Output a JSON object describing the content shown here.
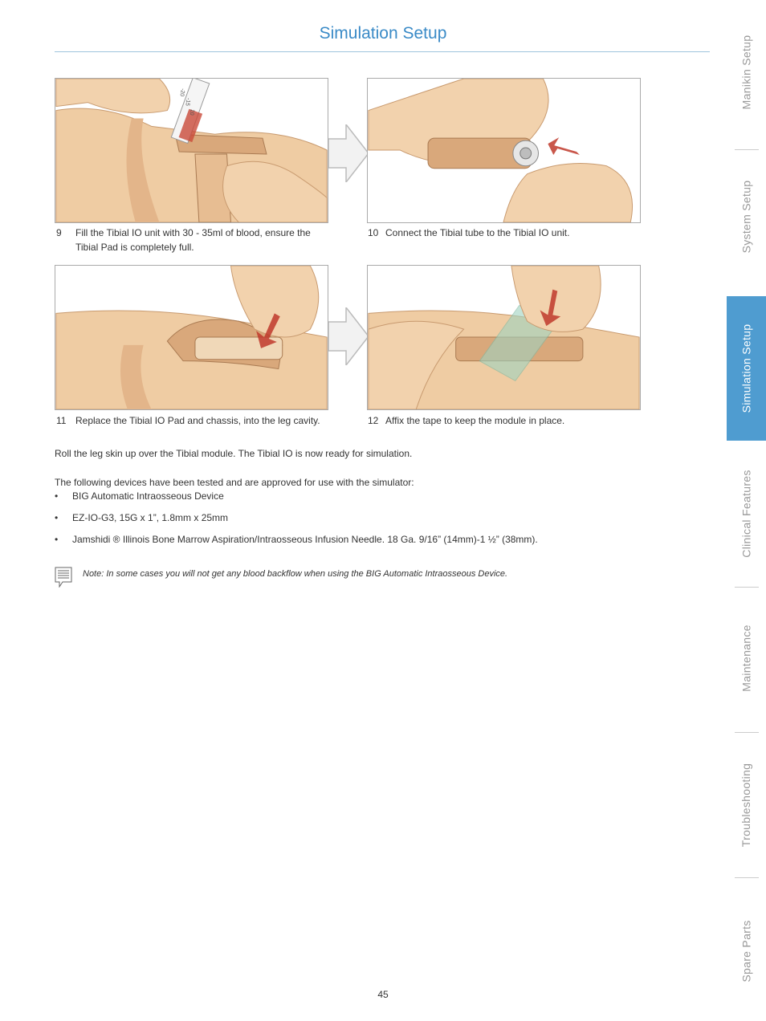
{
  "header": {
    "title": "Simulation Setup"
  },
  "steps": [
    {
      "caption_num": "9",
      "caption_text": "Fill the Tibial IO unit with 30 - 35ml of blood, ensure the",
      "caption_text2": "Tibial Pad is completely full."
    },
    {
      "caption_num": "10",
      "caption_text": "Connect the Tibial tube to the Tibial IO unit."
    },
    {
      "caption_num": "11",
      "caption_text": "Replace the Tibial IO Pad and chassis, into the leg cavity."
    },
    {
      "caption_num": "12",
      "caption_text": "Affix the tape to keep the module in place."
    }
  ],
  "syringe_marks": [
    "-20",
    "-15",
    "10"
  ],
  "body": {
    "para1": "Roll the leg skin up over the Tibial module.  The Tibial IO is now ready for simulation.",
    "para2": "The following devices have been tested and are approved for use with the simulator:",
    "bullets": [
      "BIG Automatic Intraosseous Device",
      "EZ-IO-G3, 15G x 1”, 1.8mm x 25mm",
      "Jamshidi ® Illinois Bone Marrow Aspiration/Intraosseous Infusion Needle. 18 Ga.  9/16” (14mm)-1 ½” (38mm)."
    ],
    "bullet_symbol": "•",
    "note": "Note: In some cases you will not get any blood backflow when using the BIG Automatic Intraosseous Device."
  },
  "sidebar": {
    "tabs": [
      {
        "label": "Manikin Setup",
        "active": false
      },
      {
        "label": "System Setup",
        "active": false
      },
      {
        "label": "Simulation Setup",
        "active": true
      },
      {
        "label": "Clinical Features",
        "active": false
      },
      {
        "label": "Maintenance",
        "active": false
      },
      {
        "label": "Troubleshooting",
        "active": false
      },
      {
        "label": "Spare Parts",
        "active": false
      }
    ]
  },
  "footer": {
    "page_number": "45"
  },
  "colors": {
    "accent": "#3b8bc7",
    "tab_active": "#4f9cd0",
    "skin": "#f0cfa8",
    "blood": "#c0392b"
  }
}
